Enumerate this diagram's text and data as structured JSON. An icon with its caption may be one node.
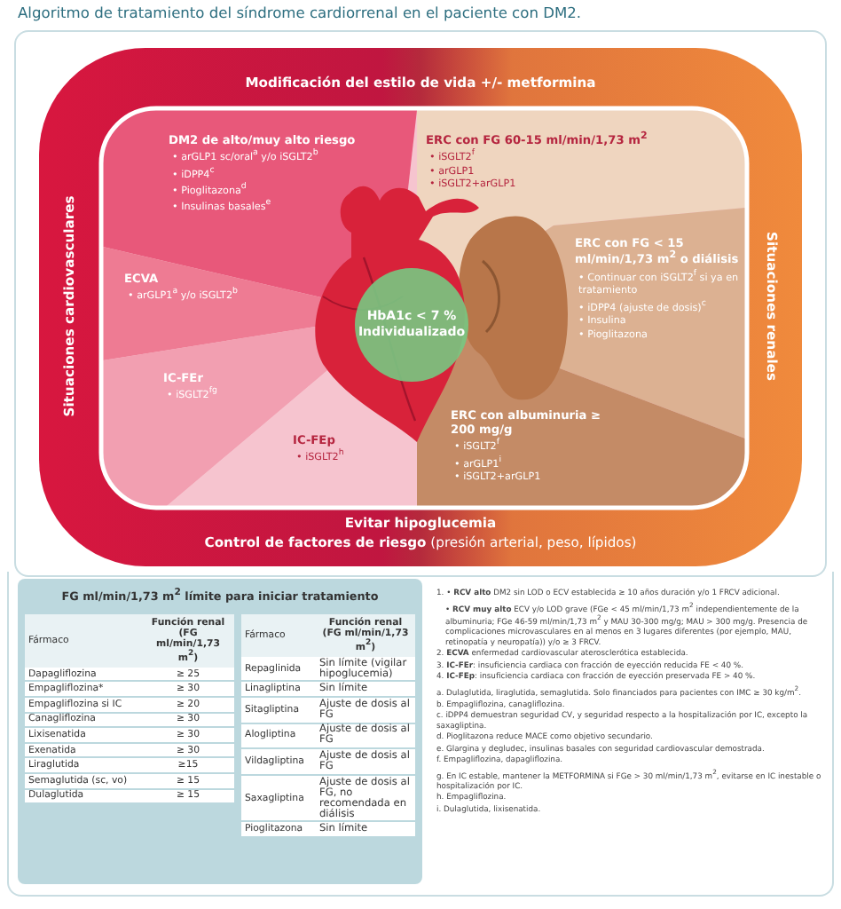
{
  "diagram": {
    "title": "Algoritmo de tratamiento del síndrome cardiorrenal en el paciente con DM2.",
    "nodes": [
      {
        "text": [
          "Modificación del estilo de vida +/- metformina",
          "Situaciones cardiovasculares",
          "Situaciones renales",
          "Evitar hipoglucemia",
          "**Control de factores de riesgo** (presión arterial, peso, lípidos)"
        ]
      },
      {
        "text": [
          "DM2 de alto/muy alto riesgo",
          "• arGLP1 sc/oral$^{a}$ y/o iSGLT2$^{b}$",
          "• iDPP4$^{c}$",
          "• Pioglitazona$^{d}$",
          "• Insulinas basales$^{e}$"
        ],
        "in": 0
      },
      {
        "text": [
          "ECVA",
          "• arGLP1$^{a}$ y/o iSGLT2$^{b}$"
        ],
        "in": 0
      },
      {
        "text": [
          "IC-FEr",
          "• iSGLT2$^{fg}$"
        ],
        "in": 0
      },
      {
        "text": [
          "IC-FEp",
          "• iSGLT2$^{h}$"
        ],
        "in": 0
      },
      {
        "text": [
          "ERC con FG 60-15 ml/min/1,73 m$^{2}$",
          "• iSGLT2$^{f}$",
          "• arGLP1",
          "• iSGLT2+arGLP1"
        ],
        "in": 0
      },
      {
        "text": [
          "ERC con FG < 15 ml/min/1,73 m$^{2}$ o diálisis",
          "• Continuar con iSGLT2$^{f}$ si ya en tratamiento",
          "• iDPP4 (ajuste de dosis)$^{c}$",
          "• Insulina",
          "• Pioglitazona"
        ],
        "in": 0
      },
      {
        "text": [
          "ERC con albuminuria ≥ 200 mg/g",
          "• iSGLT2$^{f}$",
          "• arGLP1$^{i}$",
          "• iSGLT2+arGLP1"
        ],
        "in": 0
      },
      {
        "text": [
          "HbA1c < 7 %",
          "Individualizado"
        ],
        "in": 0
      }
    ],
    "labels": [
      "FG ml/min/1,73 m$^{2}$ límite para iniciar tratamiento",
      "Fármaco",
      "Función renal (FG ml/min/1,73 m$^{2}$)",
      "Dapagliflozina",
      "≥ 25",
      "Empagliflozina*",
      "≥ 30",
      "Empagliflozina si IC",
      "≥ 20",
      "Canagliflozina",
      "≥ 30",
      "Lixisenatida",
      "≥ 30",
      "Exenatida",
      "≥ 30",
      "Liraglutida",
      "≥15",
      "Semaglutida (sc, vo)",
      "≥ 15",
      "Dulaglutida",
      "≥ 15",
      "Fármaco",
      "Función renal (FG ml/min/1,73 m$^{2}$)",
      "Repaglinida",
      "Sin límite (vigilar hipoglucemia)",
      "Linagliptina",
      "Sin límite",
      "Sitagliptina",
      "Ajuste de dosis al FG",
      "Alogliptina",
      "Ajuste de dosis al FG",
      "Vildagliptina",
      "Ajuste de dosis al FG",
      "Saxagliptina",
      "Ajuste de dosis al FG, no recomendada en diálisis",
      "Pioglitazona",
      "Sin límite",
      "1. • **RCV alto** DM2 sin LOD o ECV establecida ≥ 10 años duración y/o 1 FRCV adicional.",
      "• **RCV muy alto** ECV y/o LOD grave (FGe < 45 ml/min/1,73 m$^{2}$ independientemente de la albuminuria; FGe 46-59 ml/min/1,73 m$^{2}$ y MAU 30-300 mg/g; MAU > 300 mg/g. Presencia de complicaciones microvasculares en al menos en 3 lugares diferentes (por ejemplo, MAU, retinopatía y neuropatía)) y/o ≥ 3 FRCV.",
      "2. **ECVA** enfermedad cardiovascular aterosclerótica establecida.",
      "3. **IC-FEr**: insuficiencia cardiaca con fracción de eyección reducida FE < 40 %.",
      "4. **IC-FEp**: insuficiencia cardiaca con fracción de eyección preservada FE > 40 %.",
      "a. Dulaglutida, liraglutida, semaglutida. Solo financiados para pacientes con IMC ≥ 30 kg/m$^{2}$.",
      "b. Empagliflozina, canagliflozina.",
      "c. iDPP4 demuestran seguridad CV, y seguridad respecto a la hospitalización por IC, excepto la saxagliptina.",
      "d. Pioglitazona reduce MACE como objetivo secundario.",
      "e. Glargina y degludec, insulinas basales con seguridad cardiovascular demostrada.",
      "f. Empagliflozina, dapagliflozina.",
      "g. En IC estable, mantener la METFORMINA si FGe > 30 ml/min/1,73 m$^{2}$, evitarse en IC inestable o hospitalización por IC.",
      "h. Empagliflozina.",
      "i. Dulaglutida, lixisenatida."
    ]
  }
}
